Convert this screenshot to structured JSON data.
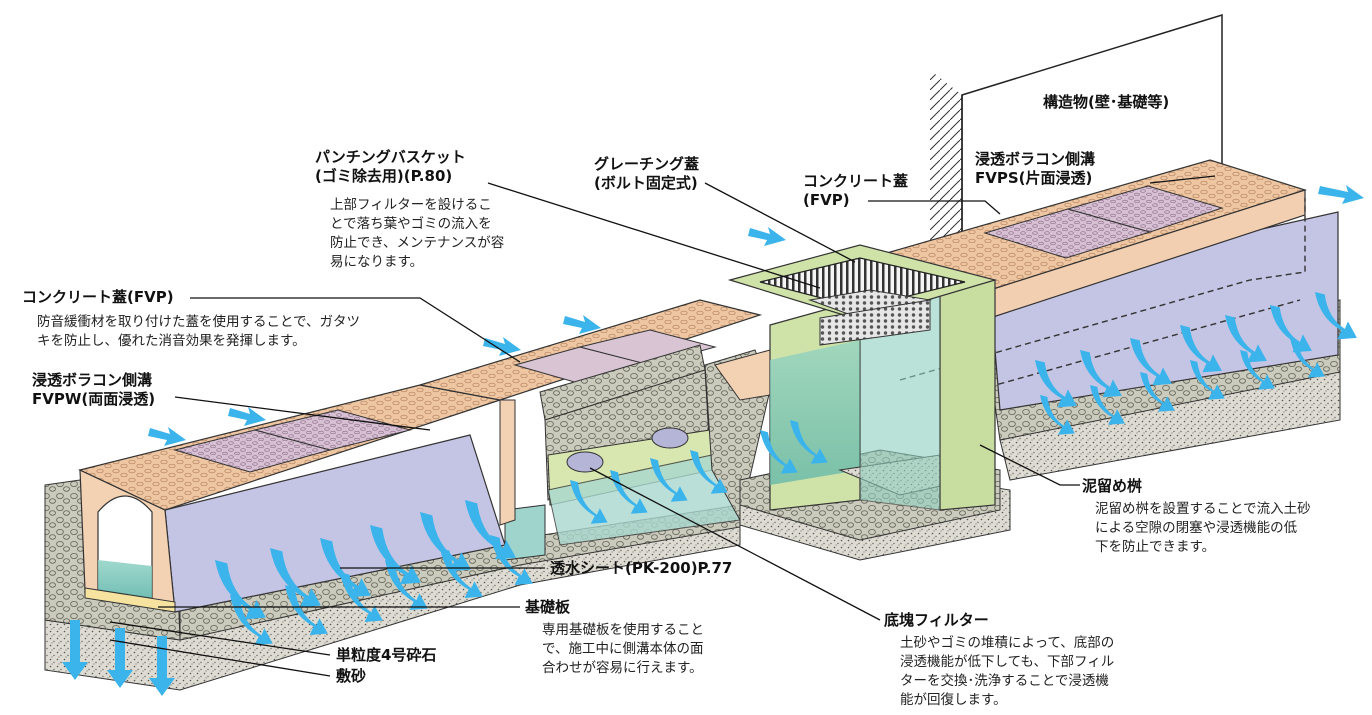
{
  "labels": {
    "structure": "構造物(壁･基礎等)",
    "punching_basket": [
      "パンチングバスケット",
      "(ゴミ除去用)(P.80)"
    ],
    "punching_basket_desc": [
      "上部フィルターを設けるこ",
      "とで落ち葉やゴミの流入を",
      "防止でき、メンテナンスが容",
      "易になります。"
    ],
    "grating_lid": [
      "グレーチング蓋",
      "(ボルト固定式)"
    ],
    "concrete_lid_right": [
      "コンクリート蓋",
      "(FVP)"
    ],
    "fvps": [
      "浸透ボラコン側溝",
      "FVPS(片面浸透)"
    ],
    "concrete_lid_left": "コンクリート蓋(FVP)",
    "concrete_lid_left_desc": [
      "防音緩衝材を取り付けた蓋を使用することで、ガタツ",
      "キを防止し、優れた消音効果を発揮します。"
    ],
    "fvpw": [
      "浸透ボラコン側溝",
      "FVPW(両面浸透)"
    ],
    "sediment_basin": "泥留め桝",
    "sediment_basin_desc": [
      "泥留め桝を設置することで流入土砂",
      "による空隙の閉塞や浸透機能の低",
      "下を防止できます。"
    ],
    "permeable_sheet": "透水シート(PK-200)P.77",
    "base_plate": "基礎板",
    "base_plate_desc": [
      "専用基礎板を使用すること",
      "で、施工中に側溝本体の面",
      "合わせが容易に行えます。"
    ],
    "crushed_stone": "単粒度4号砕石",
    "sand": "敷砂",
    "bottom_filter": "底塊フィルター",
    "bottom_filter_desc": [
      "土砂やゴミの堆積によって、底部の",
      "浸透機能が低下しても、下部フィル",
      "ターを交換･洗浄することで浸透機",
      "能が回復します。"
    ]
  },
  "colors": {
    "concrete_top": "#eec7a4",
    "concrete_side": "#f4d2b4",
    "permeable_face": "#c6c6e6",
    "gravel": "#c9c9b8",
    "sand": "#dcdcd0",
    "basin_green": "#cfe3a9",
    "water": "#7fc8bd",
    "arrow": "#3bb4ec",
    "lid": "#d8c2d2",
    "base_plate": "#f7e6a2"
  }
}
